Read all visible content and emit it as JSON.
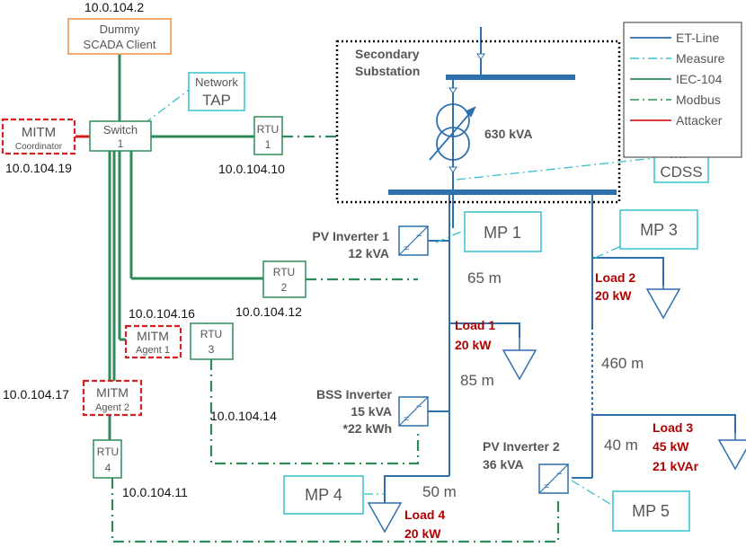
{
  "colors": {
    "et_line": "#2e6fae",
    "measure": "#35c0cc",
    "iec104": "#2e8b57",
    "modbus": "#2e8b57",
    "attacker": "#d42020",
    "scada_box": "#f0a060",
    "substation_box": "#000000",
    "mp_box": "#35c0cc",
    "rtu_box": "#2e8b57"
  },
  "legend": {
    "items": [
      {
        "label": "ET-Line",
        "style": "solid",
        "color": "#2e6fae"
      },
      {
        "label": "Measure",
        "style": "dashdot",
        "color": "#35c0cc"
      },
      {
        "label": "IEC-104",
        "style": "solid",
        "color": "#2e8b57"
      },
      {
        "label": "Modbus",
        "style": "dashdot",
        "color": "#2e8b57"
      },
      {
        "label": "Attacker",
        "style": "solid",
        "color": "#d42020"
      }
    ]
  },
  "scada": {
    "ip": "10.0.104.2",
    "line1": "Dummy",
    "line2": "SCADA Client"
  },
  "network_tap": {
    "line1": "Network",
    "line2": "TAP"
  },
  "switch": {
    "line1": "Switch",
    "line2": "1"
  },
  "mitm_coordinator": {
    "line1": "MITM",
    "line2": "Coordinator",
    "ip": "10.0.104.19"
  },
  "mitm_agent1": {
    "line1": "MITM",
    "line2": "Agent 1",
    "ip": "10.0.104.16"
  },
  "mitm_agent2": {
    "line1": "MITM",
    "line2": "Agent 2",
    "ip": "10.0.104.17"
  },
  "rtu1": {
    "line1": "RTU",
    "line2": "1",
    "ip": "10.0.104.10"
  },
  "rtu2": {
    "line1": "RTU",
    "line2": "2",
    "ip": "10.0.104.12"
  },
  "rtu3": {
    "line1": "RTU",
    "line2": "3",
    "ip": "10.0.104.14"
  },
  "rtu4": {
    "line1": "RTU",
    "line2": "4",
    "ip": "10.0.104.11"
  },
  "substation": {
    "line1": "Secondary",
    "line2": "Substation",
    "transformer": "630 kVA"
  },
  "mp": {
    "mp1": {
      "line1": "MP 1"
    },
    "mp3": {
      "line1": "MP 3"
    },
    "mp4": {
      "line1": "MP 4"
    },
    "mp5": {
      "line1": "MP 5"
    },
    "cdss": {
      "line1": "MP",
      "line2": "CDSS"
    }
  },
  "pv1": {
    "line1": "PV Inverter 1",
    "line2": "12 kVA"
  },
  "bss": {
    "line1": "BSS Inverter",
    "line2": "15 kVA",
    "line3": "*22 kWh"
  },
  "pv2": {
    "line1": "PV Inverter 2",
    "line2": "36 kVA"
  },
  "loads": {
    "load1": {
      "line1": "Load 1",
      "line2": "20 kW"
    },
    "load2": {
      "line1": "Load 2",
      "line2": "20 kW"
    },
    "load3": {
      "line1": "Load 3",
      "line2": "45 kW",
      "line3": "21 kVAr"
    },
    "load4": {
      "line1": "Load 4",
      "line2": "20 kW"
    }
  },
  "distances": {
    "d65": "65 m",
    "d85": "85 m",
    "d50": "50 m",
    "d460": "460 m",
    "d40": "40 m"
  }
}
